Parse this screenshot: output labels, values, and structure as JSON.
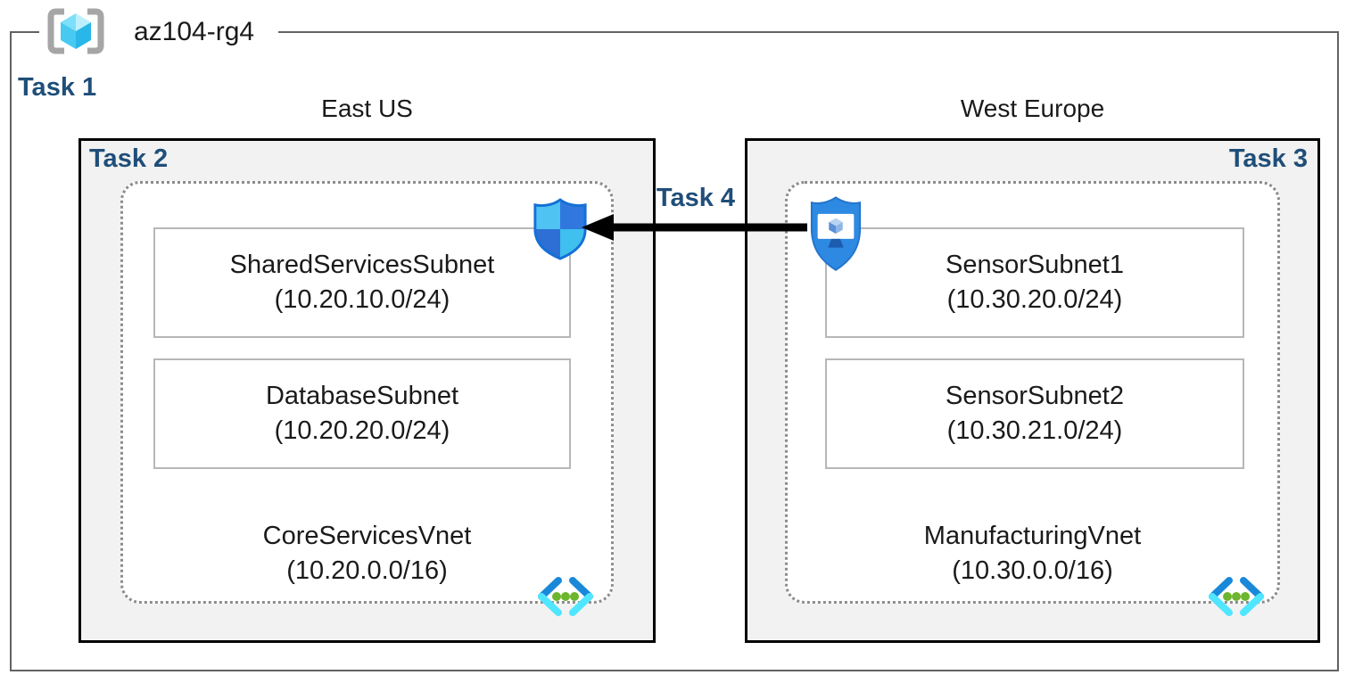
{
  "resource_group": {
    "name": "az104-rg4",
    "icon": "resource-group-icon"
  },
  "tasks": {
    "task1": "Task 1",
    "task4": "Task 4"
  },
  "connection": {
    "label": "Task 4",
    "from": "ManufacturingVnet (West Europe)",
    "to": "CoreServicesVnet (East US)",
    "direction": "west-to-east",
    "style": "black-arrow"
  },
  "regions": [
    {
      "label": "East US",
      "task_label": "Task 2",
      "attached_icon": "network-security-group-shield-icon",
      "vnet": {
        "name": "CoreServicesVnet",
        "cidr": "(10.20.0.0/16)",
        "icon": "virtual-network-icon"
      },
      "subnets": [
        {
          "name": "SharedServicesSubnet",
          "cidr": "(10.20.10.0/24)"
        },
        {
          "name": "DatabaseSubnet",
          "cidr": "(10.20.20.0/24)"
        }
      ]
    },
    {
      "label": "West Europe",
      "task_label": "Task 3",
      "attached_icon": "bastion-shield-icon",
      "vnet": {
        "name": "ManufacturingVnet",
        "cidr": "(10.30.0.0/16)",
        "icon": "virtual-network-icon"
      },
      "subnets": [
        {
          "name": "SensorSubnet1",
          "cidr": "(10.30.20.0/24)"
        },
        {
          "name": "SensorSubnet2",
          "cidr": "(10.30.21.0/24)"
        }
      ]
    }
  ],
  "colors": {
    "task_label": "#1f4e79",
    "region_fill": "#f2f2f2",
    "region_border": "#000000",
    "rg_border": "#636363",
    "dotted_border": "#8c8c8c",
    "subnet_border": "#b7b7b7",
    "arrow": "#000000",
    "vnet_icon_blue": "#1988d9",
    "vnet_icon_cyan": "#50e6ff",
    "vnet_icon_green": "#6cb52c",
    "shield_light": "#4fc3f1",
    "shield_dark": "#3078dd",
    "bastion_blue": "#2e89e2"
  }
}
